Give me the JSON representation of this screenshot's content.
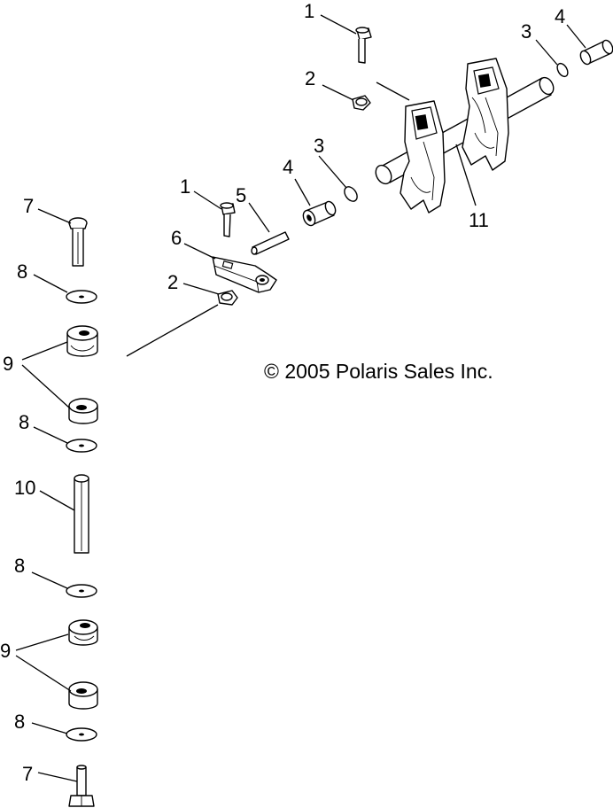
{
  "copyright": "© 2005 Polaris Sales Inc.",
  "labels": {
    "bolt_top": "1",
    "nut_top": "2",
    "oring_top": "3",
    "bushing_top": "4",
    "oring_mid": "3",
    "bushing_mid": "4",
    "bolt_mid": "1",
    "pin": "5",
    "arm": "6",
    "nut_mid": "2",
    "bolt_left_top": "7",
    "washer_1": "8",
    "bushing_pair_top": "9",
    "washer_2": "8",
    "shaft": "10",
    "washer_3": "8",
    "bushing_pair_bottom": "9",
    "washer_4": "8",
    "bolt_left_bottom": "7",
    "frame": "11"
  },
  "colors": {
    "ink": "#000000",
    "paper": "#ffffff"
  }
}
